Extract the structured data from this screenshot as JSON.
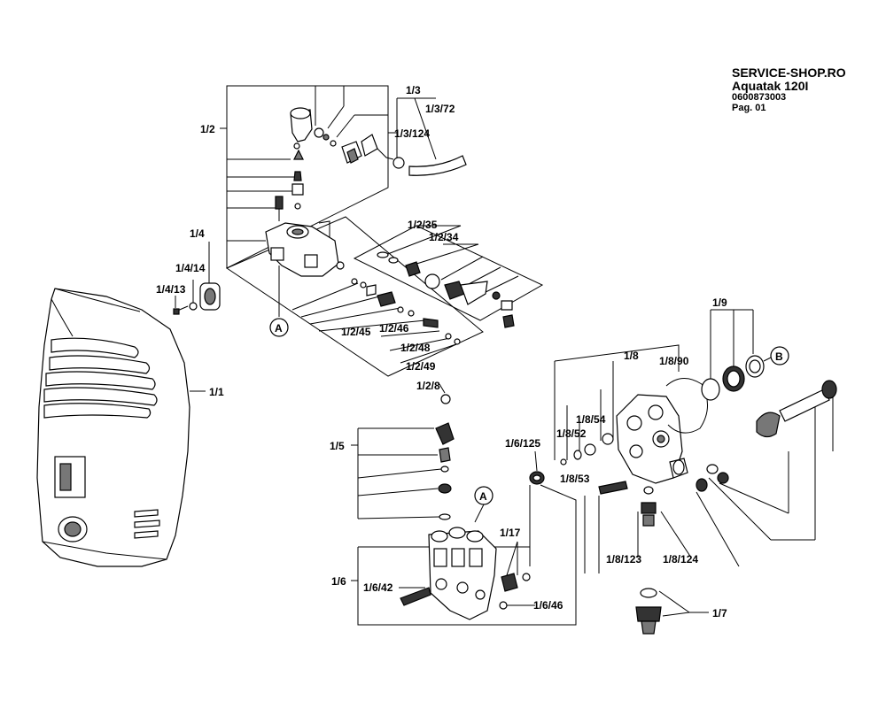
{
  "header": {
    "shop": "SERVICE-SHOP.RO",
    "model": "Aquatak 120I",
    "part_number": "0600873003",
    "page": "Pag. 01"
  },
  "callouts": {
    "p1_1": "1/1",
    "p1_2": "1/2",
    "p1_2_8": "1/2/8",
    "p1_2_34": "1/2/34",
    "p1_2_35": "1/2/35",
    "p1_2_45": "1/2/45",
    "p1_2_46": "1/2/46",
    "p1_2_48": "1/2/48",
    "p1_2_49": "1/2/49",
    "p1_3": "1/3",
    "p1_3_72": "1/3/72",
    "p1_3_124": "1/3/124",
    "p1_4": "1/4",
    "p1_4_13": "1/4/13",
    "p1_4_14": "1/4/14",
    "p1_5": "1/5",
    "p1_6": "1/6",
    "p1_6_42": "1/6/42",
    "p1_6_46": "1/6/46",
    "p1_6_125": "1/6/125",
    "p1_7": "1/7",
    "p1_8": "1/8",
    "p1_8_52": "1/8/52",
    "p1_8_53": "1/8/53",
    "p1_8_54": "1/8/54",
    "p1_8_90": "1/8/90",
    "p1_8_123": "1/8/123",
    "p1_8_124": "1/8/124",
    "p1_9": "1/9",
    "p1_17": "1/17"
  },
  "connectors": {
    "a_top": "A",
    "a_bottom": "A",
    "b": "B"
  }
}
